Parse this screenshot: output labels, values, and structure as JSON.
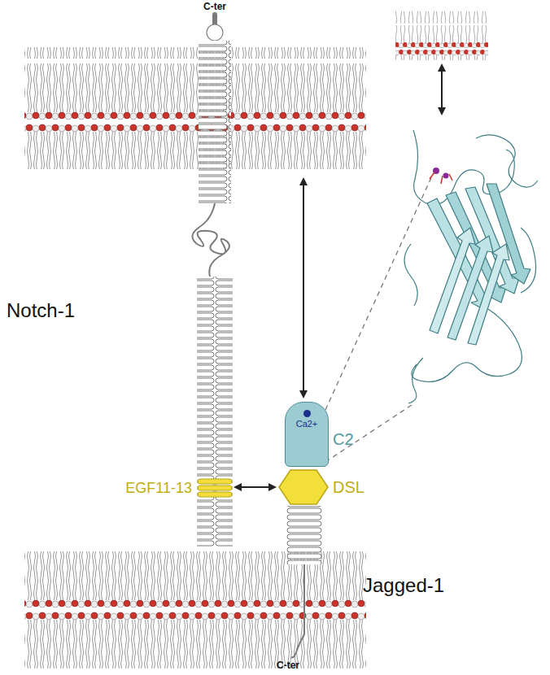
{
  "diagram": {
    "nodes": [
      {
        "text": [
          "C2",
          "Ca2+"
        ]
      },
      {
        "text": [
          "EGF11-13"
        ]
      },
      {
        "text": [
          "DSL"
        ]
      }
    ],
    "edges": [
      {
        "from": 1,
        "to": 2,
        "arrow": "both"
      }
    ],
    "labels": [
      "C-ter",
      "Notch-1",
      "Jagged-1",
      "C-ter"
    ]
  }
}
